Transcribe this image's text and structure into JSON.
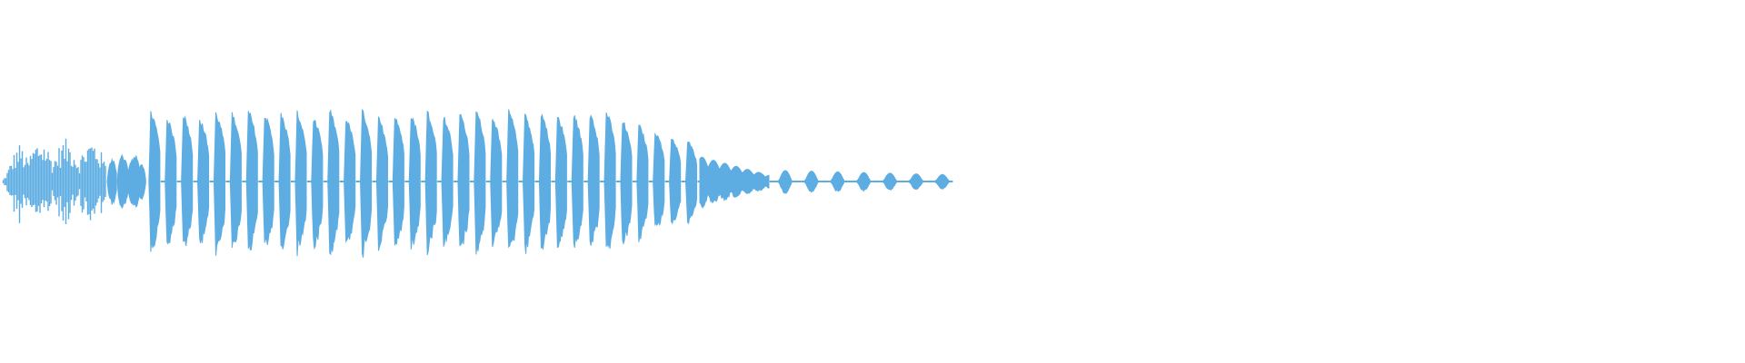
{
  "waveform": {
    "color": "#5dade2",
    "background": "#ffffff",
    "played_fraction": 0.545,
    "segments": [
      {
        "kind": "noisy",
        "from": 0.0,
        "to": 0.06,
        "amp": 0.55
      },
      {
        "kind": "small-bursts",
        "from": 0.06,
        "to": 0.083,
        "amp": 0.35
      },
      {
        "kind": "mid-bursts",
        "from": 0.06,
        "to": 0.08,
        "amp": 0.45
      },
      {
        "kind": "pulses",
        "from": 0.083,
        "to": 0.4,
        "count": 34,
        "amp": 0.95
      },
      {
        "kind": "fade",
        "from": 0.4,
        "to": 0.44,
        "amp": 0.32
      },
      {
        "kind": "tail-blips",
        "from": 0.44,
        "to": 0.545,
        "count": 7,
        "amp": 0.14
      }
    ]
  }
}
